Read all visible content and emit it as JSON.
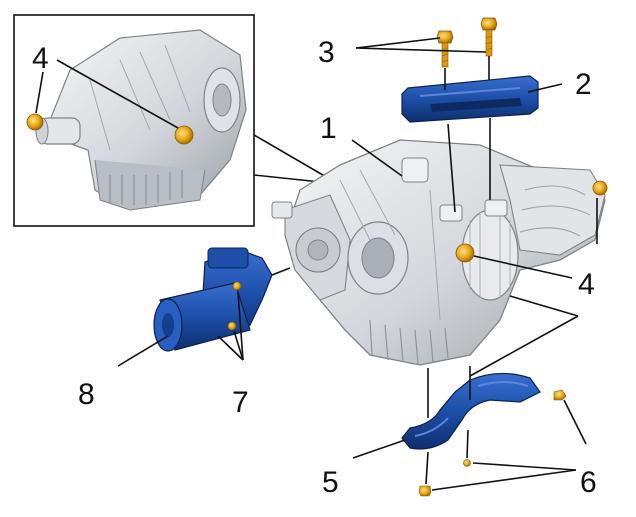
{
  "callouts": [
    {
      "id": "1",
      "label": "1"
    },
    {
      "id": "2",
      "label": "2"
    },
    {
      "id": "3",
      "label": "3"
    },
    {
      "id": "4-inset",
      "label": "4"
    },
    {
      "id": "4-main",
      "label": "4"
    },
    {
      "id": "5",
      "label": "5"
    },
    {
      "id": "6",
      "label": "6"
    },
    {
      "id": "7",
      "label": "7"
    },
    {
      "id": "8",
      "label": "8"
    }
  ],
  "colors": {
    "part_blue": "#1d4fa8",
    "part_blue_dark": "#0f2f6e",
    "fastener_gold": "#e8a817",
    "housing_light": "#e9ebee",
    "housing_mid": "#c7cbd0",
    "housing_dark": "#8e949b",
    "line": "#111111"
  }
}
